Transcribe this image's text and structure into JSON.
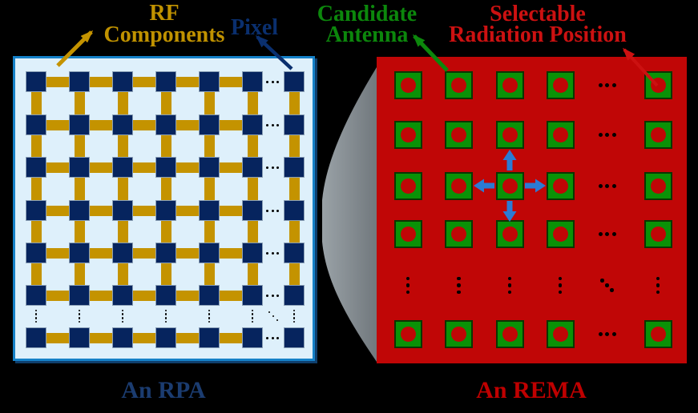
{
  "labels": {
    "rf_components": {
      "line1": "RF",
      "line2": "Components"
    },
    "pixel": "Pixel",
    "candidate_antenna": {
      "line1": "Candidate",
      "line2": "Antenna"
    },
    "selectable_radiation": {
      "line1": "Selectable",
      "line2": "Radiation Position"
    },
    "rpa_caption": "An RPA",
    "rema_caption": "An REMA"
  },
  "structure": {
    "rpa": {
      "visible_columns": 7,
      "visible_rows": 7,
      "has_column_ellipsis": true,
      "has_row_ellipsis": true
    },
    "rema": {
      "visible_columns": 5,
      "visible_rows": 5,
      "has_column_ellipsis": true,
      "has_row_ellipsis": true,
      "movable_center_square": {
        "row": 3,
        "col": 3
      }
    }
  },
  "colors": {
    "canvas_bg": "#000000",
    "rpa_panel_bg": "#def0fb",
    "rpa_panel_border": "#1581c8",
    "rpa_square_edge": "#8ba0b6",
    "pixel_navy": "#06245e",
    "rf_gold": "#c49300",
    "rema_panel_red": "#c00606",
    "antenna_green": "#0a9207",
    "antenna_border": "#0b3502",
    "radiation_red": "#c00606",
    "move_arrow_blue": "#2b7bd4",
    "wedge_gray_light": "#9aa2a7",
    "wedge_gray_dark": "#71787d",
    "label_gold": "#c09200",
    "label_navy": "#0a2f6e",
    "label_green": "#0c870c",
    "label_red": "#cc1111",
    "caption_navy": "#1b3c70",
    "caption_red": "#bf0000",
    "dots_black": "#000000"
  }
}
